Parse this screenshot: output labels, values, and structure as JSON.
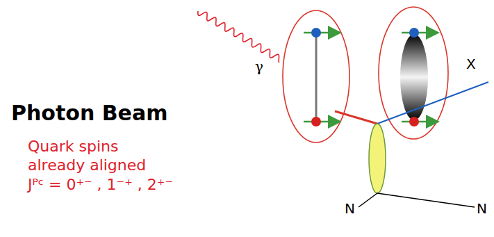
{
  "diagram": {
    "labels": [
      "Photon Beam",
      "Quark spins already aligned",
      "Jᴾᶜ = 0⁺⁻ , 1⁻⁺ , 2⁺⁻",
      "γ",
      "X",
      "N",
      "N"
    ]
  }
}
